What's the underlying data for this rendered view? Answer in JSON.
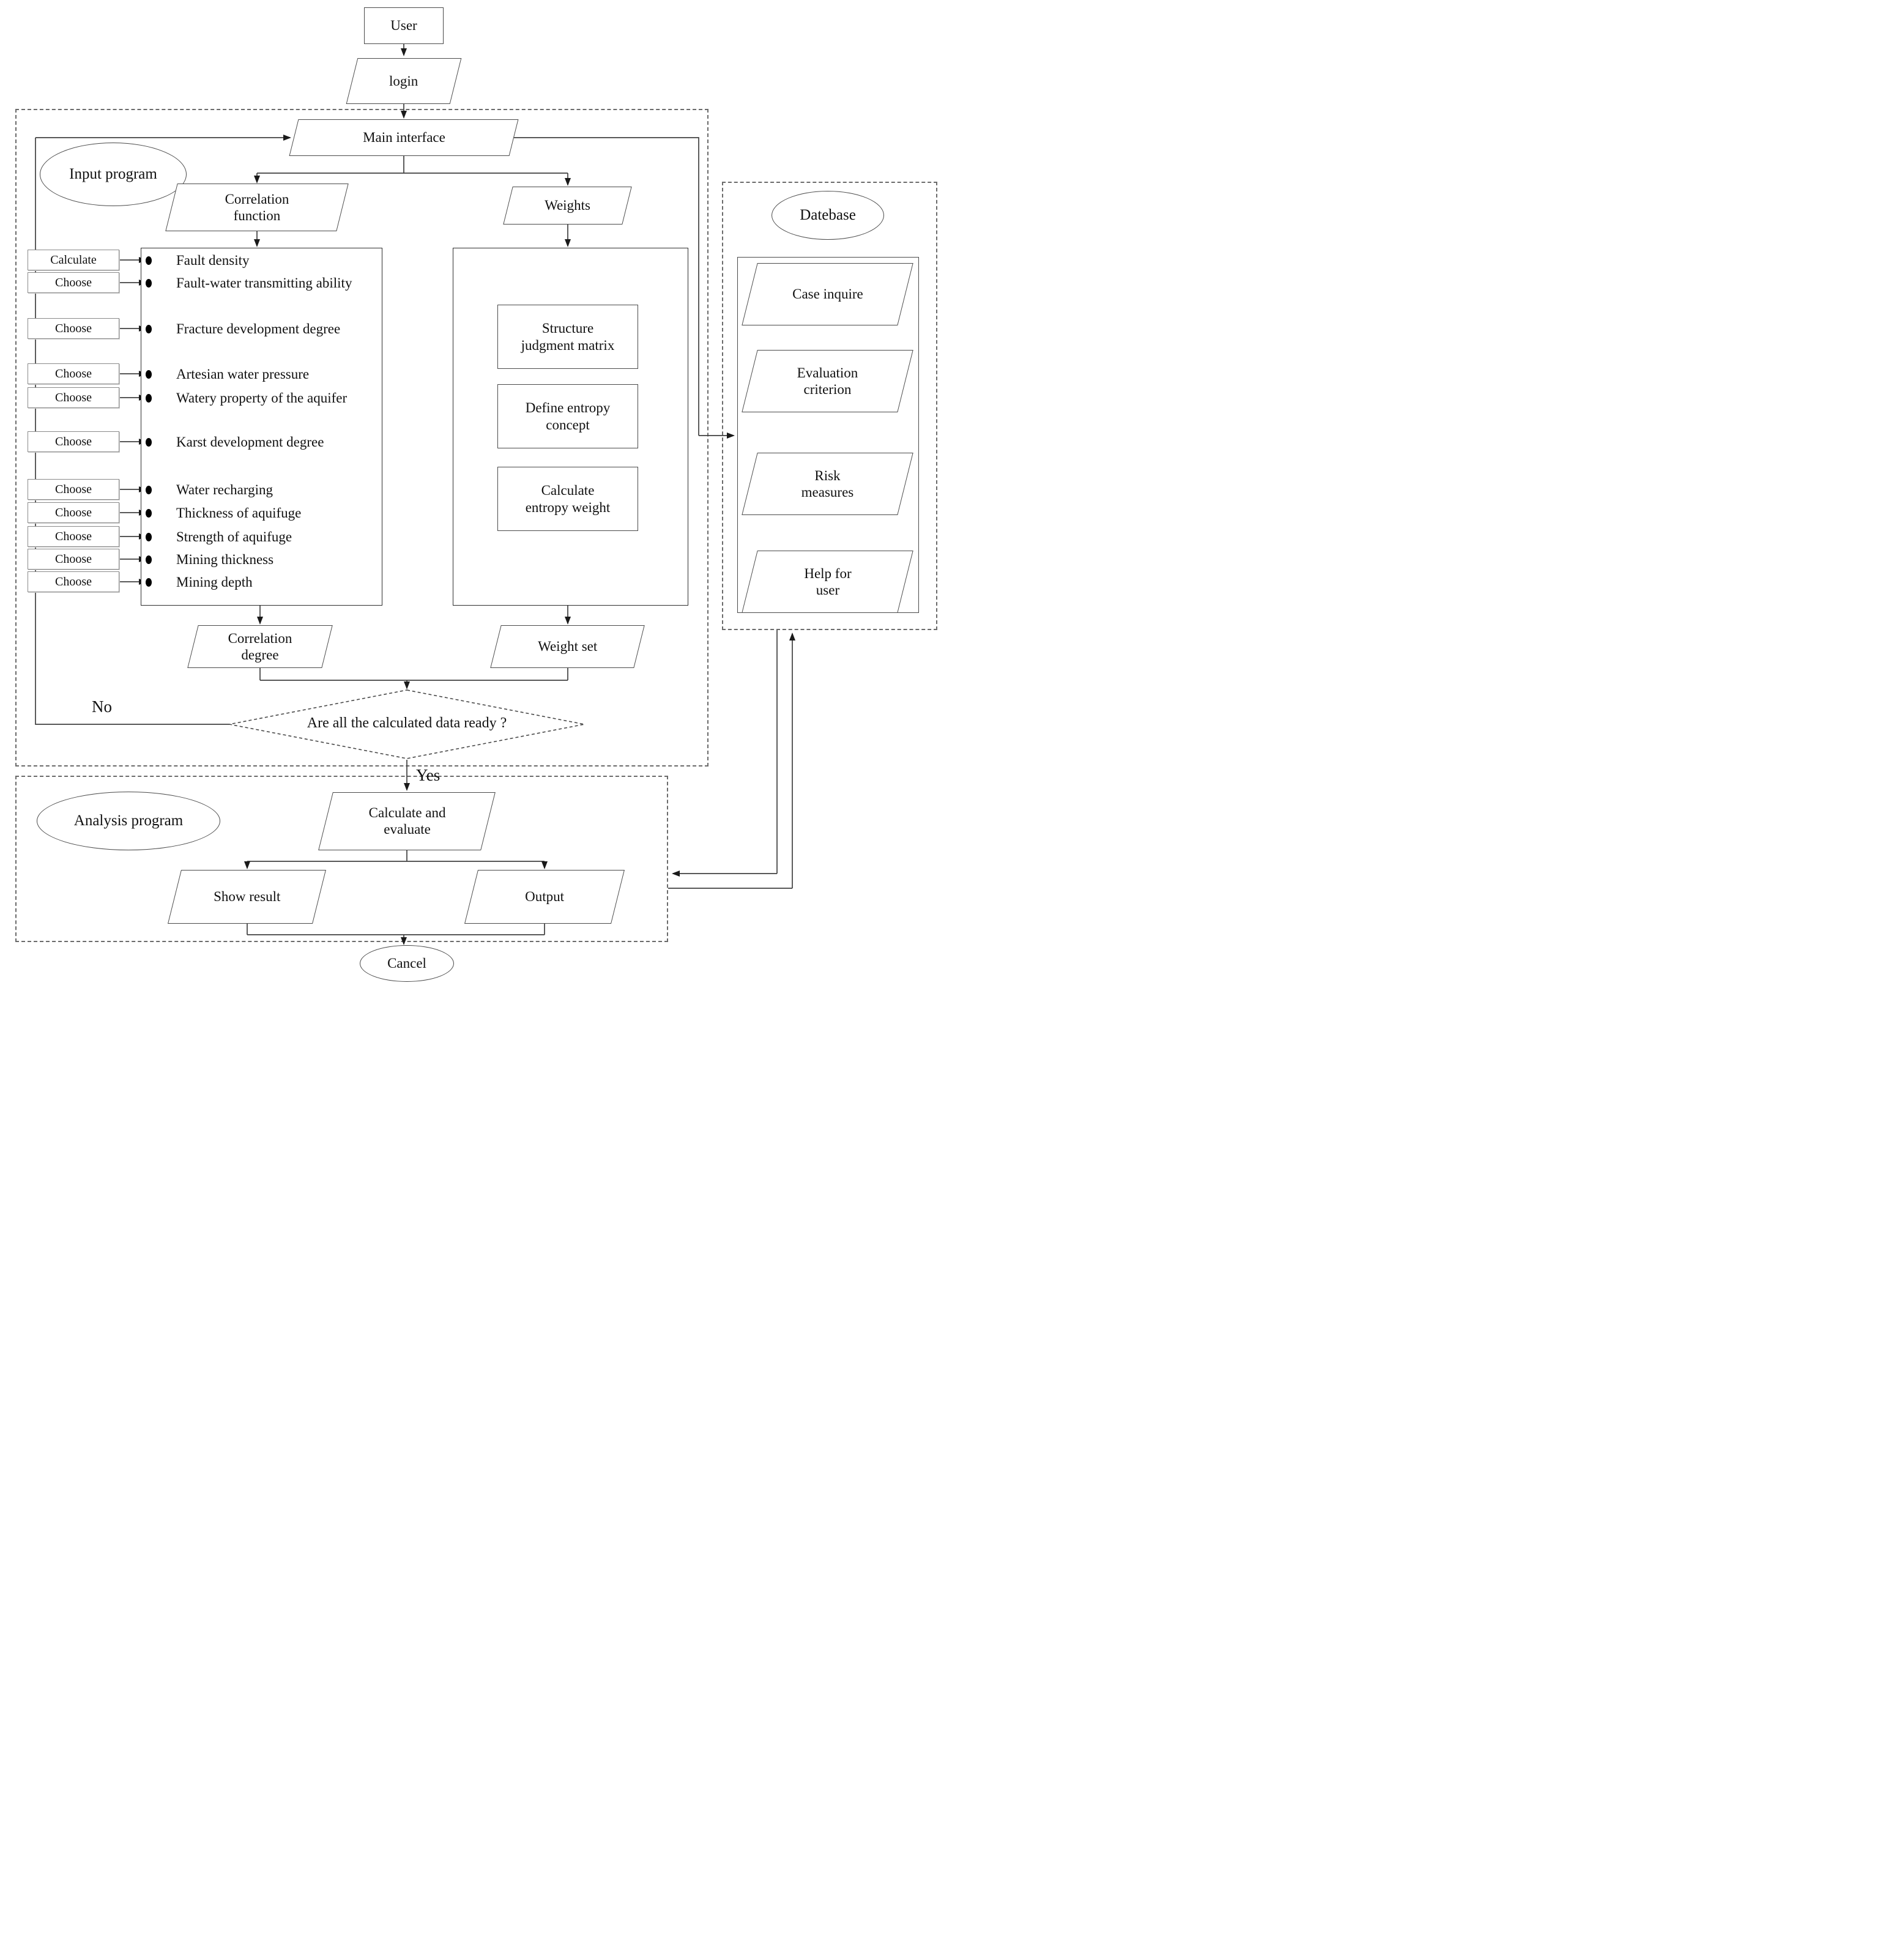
{
  "nodes": {
    "user": "User",
    "login": "login",
    "main_interface": "Main interface",
    "input_program_label": "Input program",
    "analysis_program_label": "Analysis program",
    "correlation_function": "Correlation function",
    "weights": "Weights",
    "correlation_degree": "Correlation degree",
    "weight_set": "Weight set",
    "calculate_and_evaluate": "Calculate and evaluate",
    "show_result": "Show result",
    "output": "Output",
    "cancel": "Cancel"
  },
  "decision": {
    "question": "Are all the calculated data ready ?",
    "no_label": "No",
    "yes_label": "Yes"
  },
  "factors": [
    {
      "button": "Calculate",
      "label": "Fault density"
    },
    {
      "button": "Choose",
      "label": "Fault-water transmitting ability"
    },
    {
      "button": "Choose",
      "label": "Fracture development degree"
    },
    {
      "button": "Choose",
      "label": "Artesian water pressure"
    },
    {
      "button": "Choose",
      "label": "Watery property of the aquifer"
    },
    {
      "button": "Choose",
      "label": "Karst development degree"
    },
    {
      "button": "Choose",
      "label": "Water recharging"
    },
    {
      "button": "Choose",
      "label": "Thickness of aquifuge"
    },
    {
      "button": "Choose",
      "label": "Strength of aquifuge"
    },
    {
      "button": "Choose",
      "label": "Mining thickness"
    },
    {
      "button": "Choose",
      "label": "Mining depth"
    }
  ],
  "weights_steps": [
    "Structure judgment matrix",
    "Define entropy concept",
    "Calculate entropy weight"
  ],
  "database": {
    "title": "Datebase",
    "items": [
      "Case inquire",
      "Evaluation criterion",
      "Risk measures",
      "Help for user"
    ]
  },
  "colors": {
    "line": "#404040",
    "text": "#111111",
    "background": "#ffffff"
  }
}
